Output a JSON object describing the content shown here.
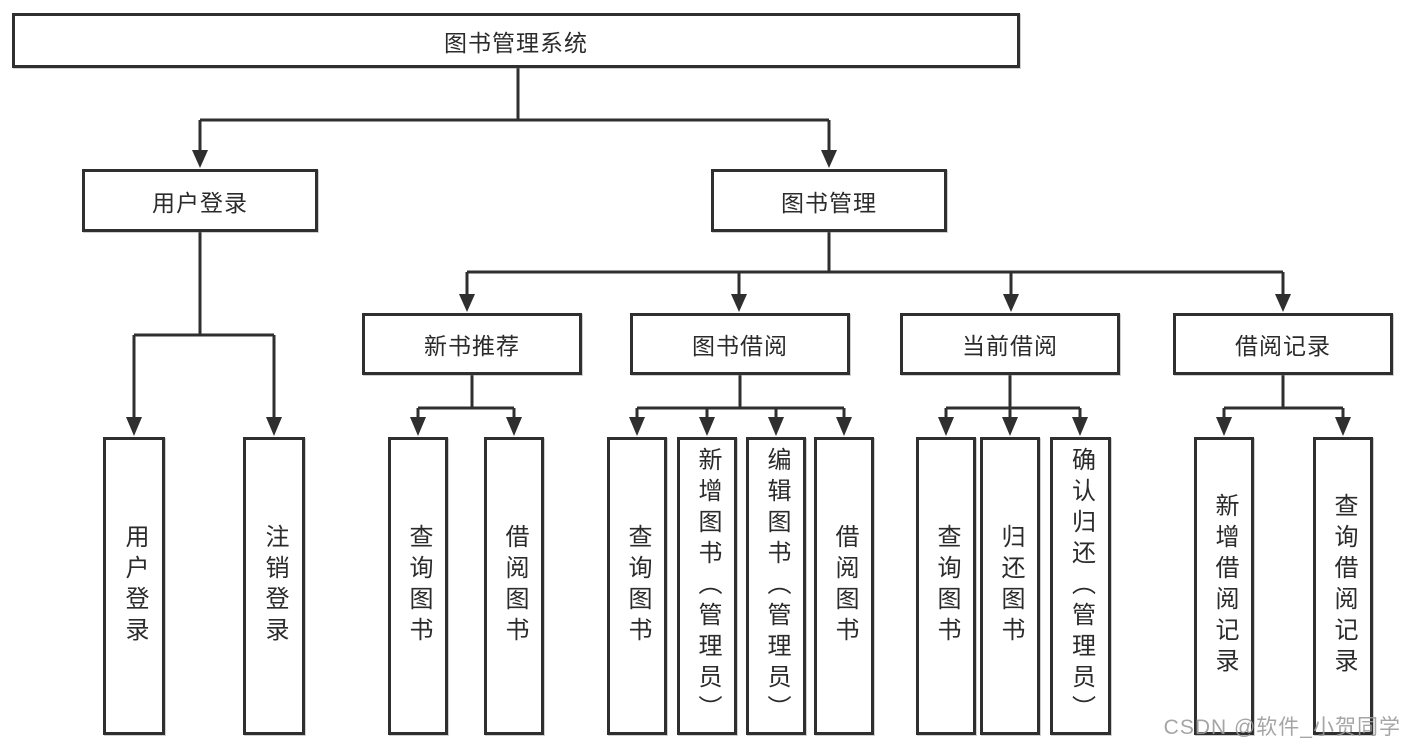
{
  "diagram": {
    "root_label": "图书管理系统",
    "level2": {
      "user_login": "用户登录",
      "book_management": "图书管理"
    },
    "level3": {
      "new_book_recommend": "新书推荐",
      "book_borrow": "图书借阅",
      "current_borrow": "当前借阅",
      "borrow_records": "借阅记录"
    },
    "leaves": {
      "user_login_children": [
        "用户登录",
        "注销登录"
      ],
      "new_book_children": [
        "查询图书",
        "借阅图书"
      ],
      "book_borrow_children": [
        "查询图书",
        "新增图书（管理员）",
        "编辑图书（管理员）",
        "借阅图书"
      ],
      "current_borrow_children": [
        "查询图书",
        "归还图书",
        "确认归还（管理员）"
      ],
      "borrow_records_children": [
        "新增借阅记录",
        "查询借阅记录"
      ]
    }
  },
  "watermark": "CSDN @软件_小贺同学",
  "colors": {
    "line": "#2f2f2f",
    "box_background": "#ffffff",
    "watermark": "#9b9b9b"
  }
}
